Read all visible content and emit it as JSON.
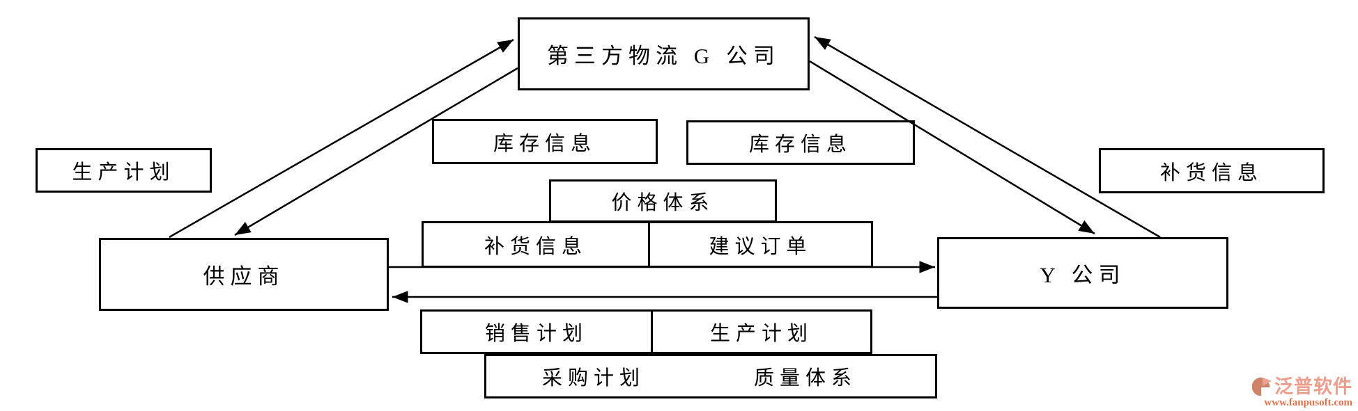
{
  "diagram": {
    "boxes": {
      "third_party_logistics": "第三方物流 G 公司",
      "production_plan_left": "生产计划",
      "inventory_info_left": "库存信息",
      "inventory_info_right": "库存信息",
      "replenishment_info_right": "补货信息",
      "price_system": "价格体系",
      "replenishment_info_mid": "补货信息",
      "suggested_order": "建议订单",
      "supplier": "供应商",
      "y_company": "Y 公司",
      "sales_plan": "销售计划",
      "production_plan_bottom": "生产计划",
      "purchase_plan": "采购计划",
      "quality_system": "质量体系"
    },
    "arrows": [
      "supplier to third-party logistics (up-right)",
      "third-party logistics to supplier (down-left)",
      "third-party logistics to Y company (down-right)",
      "Y company to third-party logistics (up-left)",
      "supplier to Y company (right)",
      "Y company to supplier (left)"
    ],
    "colors": {
      "line": "#000000",
      "background": "#ffffff"
    }
  },
  "watermark": {
    "brand": "泛普软件",
    "url": "www.fanpusoft.com",
    "brand_color": "#ec9d8b",
    "url_color": "#e0714d"
  }
}
